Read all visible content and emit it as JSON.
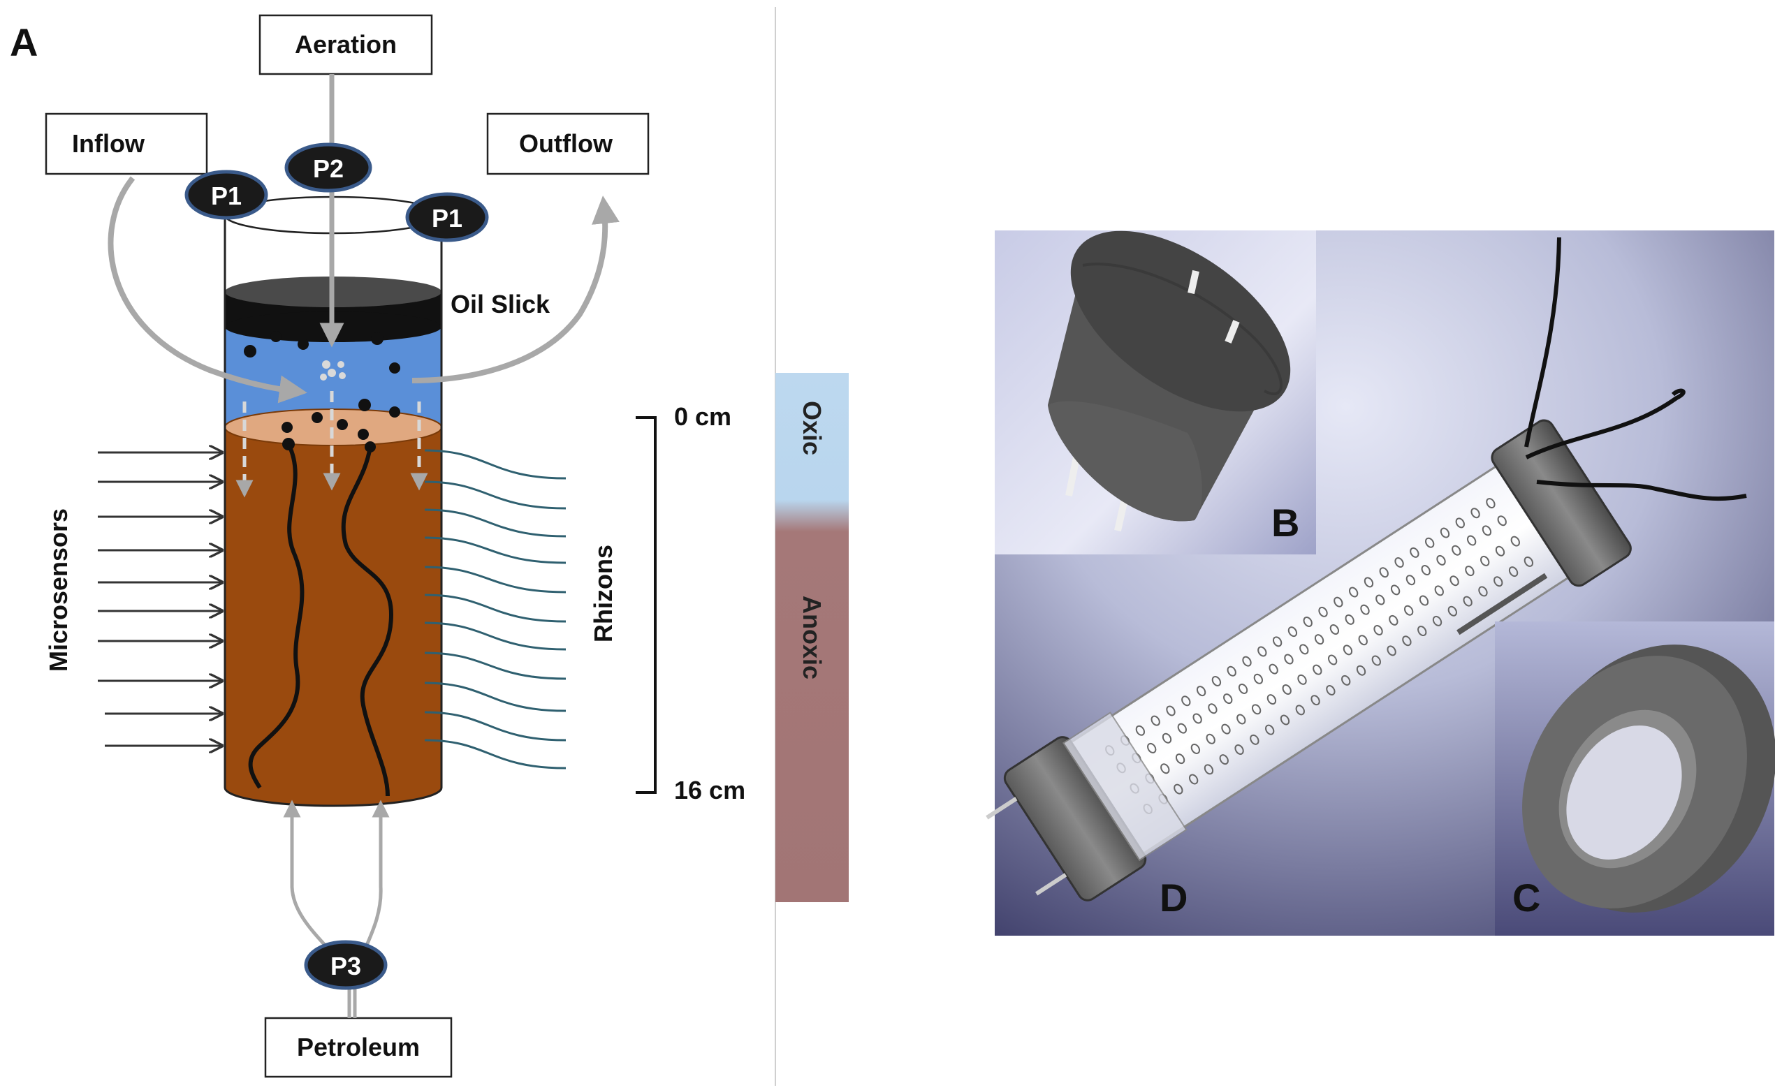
{
  "panel_a": {
    "letter": "A",
    "boxes": {
      "aeration": "Aeration",
      "inflow": "Inflow",
      "outflow": "Outflow",
      "petroleum": "Petroleum"
    },
    "pumps": {
      "p1": "P1",
      "p2": "P2",
      "p3": "P3"
    },
    "oil_slick": "Oil Slick",
    "microsensors": "Microsensors",
    "rhizons": "Rhizons",
    "depth_top": "0 cm",
    "depth_bottom": "16 cm",
    "zones": {
      "oxic": "Oxic",
      "anoxic": "Anoxic"
    }
  },
  "panel_b": {
    "letter": "B"
  },
  "panel_c": {
    "letter": "C"
  },
  "panel_d": {
    "letter": "D"
  },
  "colors": {
    "water": "#5a8fd8",
    "sediment": "#9a4a0e",
    "sediment_top": "#e0a880",
    "oil": "#111111",
    "pump": "#1a1a1a",
    "pump_ring": "#3a5a8a",
    "rhizon": "#2f6070",
    "oxic_zone": "#b9d6ee",
    "anoxic_zone": "#a27575",
    "render_bg": "#4a4a78"
  }
}
